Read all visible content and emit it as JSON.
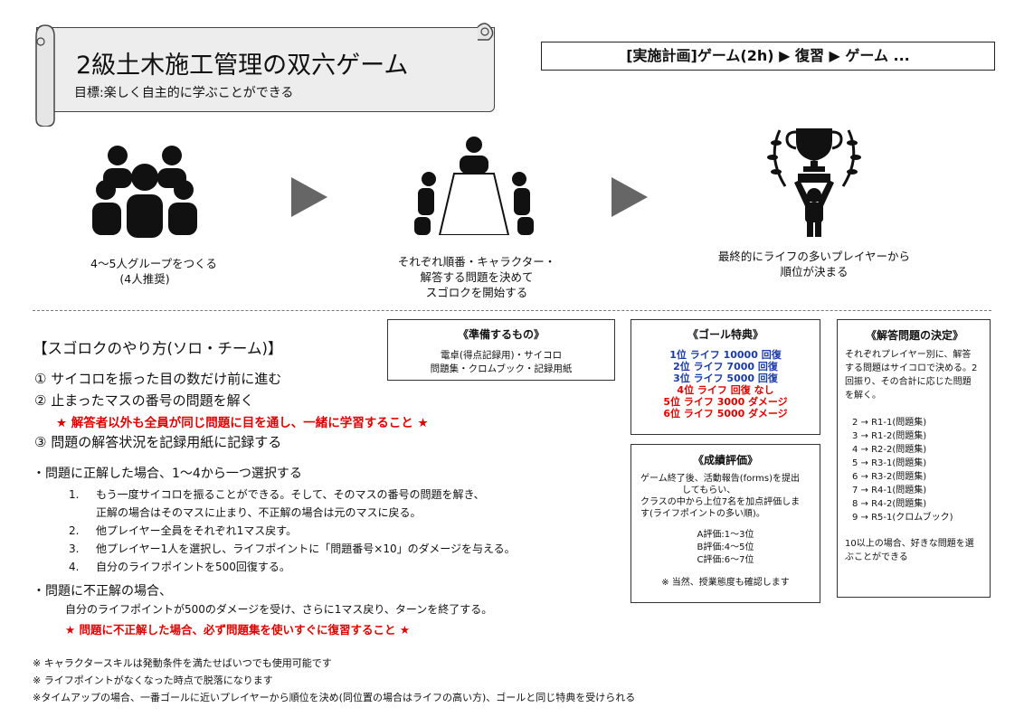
{
  "header": {
    "title": "2級土木施工管理の双六ゲーム",
    "subtitle": "目標:楽しく自主的に学ぶことができる",
    "plan": "[実施計画]ゲーム(2h)  ▶  復習  ▶  ゲーム  ..."
  },
  "flow": {
    "step1": [
      "4〜5人グループをつくる",
      "(4人推奨)"
    ],
    "step2": [
      "それぞれ順番・キャラクター・",
      "解答する問題を決めて",
      "スゴロクを開始する"
    ],
    "step3": [
      "最終的にライフの多いプレイヤーから",
      "順位が決まる"
    ]
  },
  "rules": {
    "heading": "【スゴロクのやり方(ソロ・チーム)】",
    "steps": [
      "① サイコロを振った目の数だけ前に進む",
      "② 止まったマスの番号の問題を解く",
      "③ 問題の解答状況を記録用紙に記録する"
    ],
    "highlight1": "★ 解答者以外も全員が同じ問題に目を通し、一緒に学習すること ★",
    "correct_heading": "・問題に正解した場合、1〜4から一つ選択する",
    "correct_items": [
      [
        "1.",
        "もう一度サイコロを振ることができる。そして、そのマスの番号の問題を解き、"
      ],
      [
        "",
        "正解の場合はそのマスに止まり、不正解の場合は元のマスに戻る。"
      ],
      [
        "2.",
        "他プレイヤー全員をそれぞれ1マス戻す。"
      ],
      [
        "3.",
        "他プレイヤー1人を選択し、ライフポイントに「問題番号×10」のダメージを与える。"
      ],
      [
        "4.",
        "自分のライフポイントを500回復する。"
      ]
    ],
    "incorrect_heading": "・問題に不正解の場合、",
    "incorrect_text": "自分のライフポイントが500のダメージを受け、さらに1マス戻り、ターンを終了する。",
    "highlight2": "★ 問題に不正解した場合、必ず問題集を使いすぐに復習すること ★"
  },
  "prep": {
    "title": "《準備するもの》",
    "lines": [
      "電卓(得点記録用)・サイコロ",
      "問題集・クロムブック・記録用紙"
    ]
  },
  "goal": {
    "title": "《ゴール特典》",
    "lines": [
      {
        "text": "1位  ライフ 10000 回復",
        "color": "blue"
      },
      {
        "text": "2位  ライフ  7000 回復",
        "color": "blue"
      },
      {
        "text": "3位  ライフ  5000 回復",
        "color": "blue"
      },
      {
        "text": "4位  ライフ  回復 なし",
        "color": "red"
      },
      {
        "text": "5位  ライフ  3000 ダメージ",
        "color": "red"
      },
      {
        "text": "6位  ライフ  5000 ダメージ",
        "color": "red"
      }
    ]
  },
  "grade": {
    "title": "《成績評価》",
    "lines": [
      "ゲーム終了後、活動報告(forms)を提出",
      "してもらい、",
      "クラスの中から上位7名を加点評価しま",
      "す(ライフポイントの多い順)。"
    ],
    "ranks": [
      "A評価:1〜3位",
      "B評価:4〜5位",
      "C評価:6〜7位"
    ],
    "note": "※ 当然、授業態度も確認します"
  },
  "decide": {
    "title": "《解答問題の決定》",
    "lines": [
      "それぞれプレイヤー別に、解答",
      "する問題はサイコロで決める。2",
      "回振り、その合計に応じた問題",
      "を解く。"
    ],
    "map": [
      "2 → R1-1(問題集)",
      "3 → R1-2(問題集)",
      "4 → R2-2(問題集)",
      "5 → R3-1(問題集)",
      "6 → R3-2(問題集)",
      "7 → R4-1(問題集)",
      "8 → R4-2(問題集)",
      "9 → R5-1(クロムブック)"
    ],
    "foot": [
      "10以上の場合、好きな問題を選",
      "ぶことができる"
    ]
  },
  "notes": [
    "※ キャラクタースキルは発動条件を満たせばいつでも使用可能です",
    "※ ライフポイントがなくなった時点で脱落になります",
    "※タイムアップの場合、一番ゴールに近いプレイヤーから順位を決め(同位置の場合はライフの高い方)、ゴールと同じ特典を受けられる"
  ],
  "icons": [
    "group-icon",
    "meeting-icon",
    "trophy-icon",
    "play-arrow-icon"
  ]
}
